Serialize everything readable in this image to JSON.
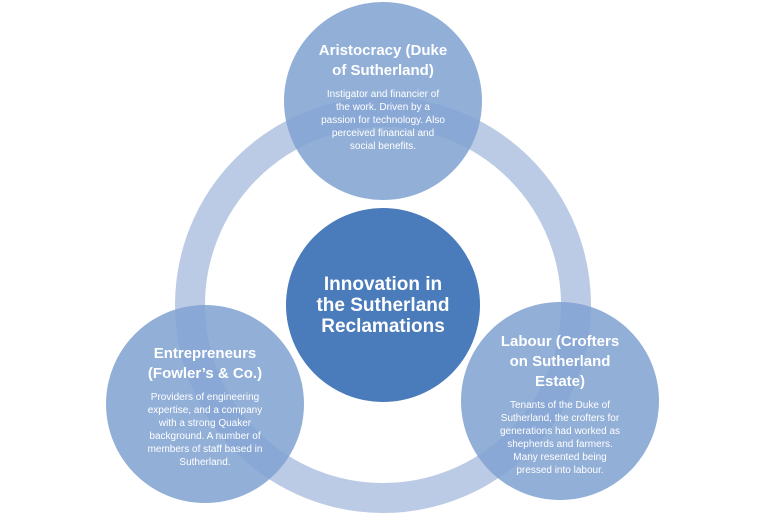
{
  "diagram": {
    "center": {
      "title": "Innovation in the Sutherland Reclamations"
    },
    "top": {
      "title": "Aristocracy (Duke of Sutherland)",
      "description": "Instigator and financier of the work. Driven by a passion for technology. Also perceived financial and social benefits."
    },
    "left": {
      "title": "Entrepreneurs (Fowler’s & Co.)",
      "description": "Providers of engineering expertise, and a company with a strong Quaker background. A number of members of staff based in Sutherland."
    },
    "right": {
      "title": "Labour (Crofters on Sutherland Estate)",
      "description": "Tenants of the Duke of Sutherland, the crofters for generations had worked as shepherds and farmers. Many resented being pressed into labour."
    },
    "colors": {
      "ring": "#bccbe5",
      "satellite": "#80a2d2",
      "center": "#4a7bbb",
      "text": "#ffffff"
    }
  }
}
